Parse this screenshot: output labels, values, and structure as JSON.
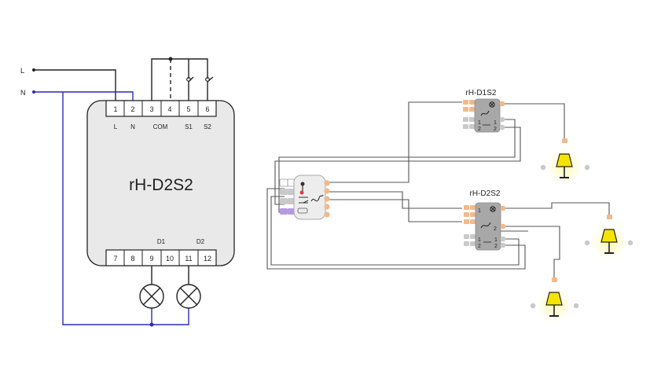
{
  "supply": {
    "line_label": "L",
    "neutral_label": "N"
  },
  "device": {
    "title": "rH-D2S2",
    "top_terminals": [
      "1",
      "2",
      "3",
      "4",
      "5",
      "6"
    ],
    "top_labels": [
      "L",
      "N",
      "COM",
      "S1",
      "S2"
    ],
    "bottom_terminals": [
      "7",
      "8",
      "9",
      "10",
      "11",
      "12"
    ],
    "output_labels": [
      "D1",
      "D2"
    ]
  },
  "system": {
    "dimmer_single_label": "rH-D1S2",
    "dimmer_double_label": "rH-D2S2",
    "module_digits": {
      "one": "1",
      "two": "2"
    }
  },
  "colors": {
    "neutral_wire": "#2b2bb5",
    "terminal_orange": "#f2b98c",
    "terminal_grey": "#c9c9c9",
    "terminal_purple": "#b69be0",
    "lamp_yellow": "#f5e400",
    "lamp_glow": "#fffbb0"
  },
  "icons": [
    "lamp-icon",
    "dimmer-icon",
    "switch-icon",
    "button-icon",
    "cross-lamp-icon"
  ]
}
